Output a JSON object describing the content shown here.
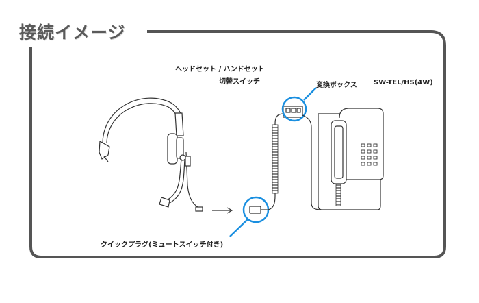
{
  "title": "接続イメージ",
  "labels": {
    "headset_handset": "ヘッドセット / ハンドセット",
    "switch": "切替スイッチ",
    "converter": "変換ボックス",
    "model": "SW-TEL/HS(4W)",
    "quick_plug": "クイックプラグ(ミュートスイッチ付き)"
  },
  "colors": {
    "frame": "#555555",
    "highlight": "#1a8fe0",
    "line": "#333333"
  },
  "icons": [
    "headset-icon",
    "quick-plug-icon",
    "converter-box-icon",
    "telephone-icon",
    "coiled-cord-icon",
    "arrow-icon"
  ]
}
